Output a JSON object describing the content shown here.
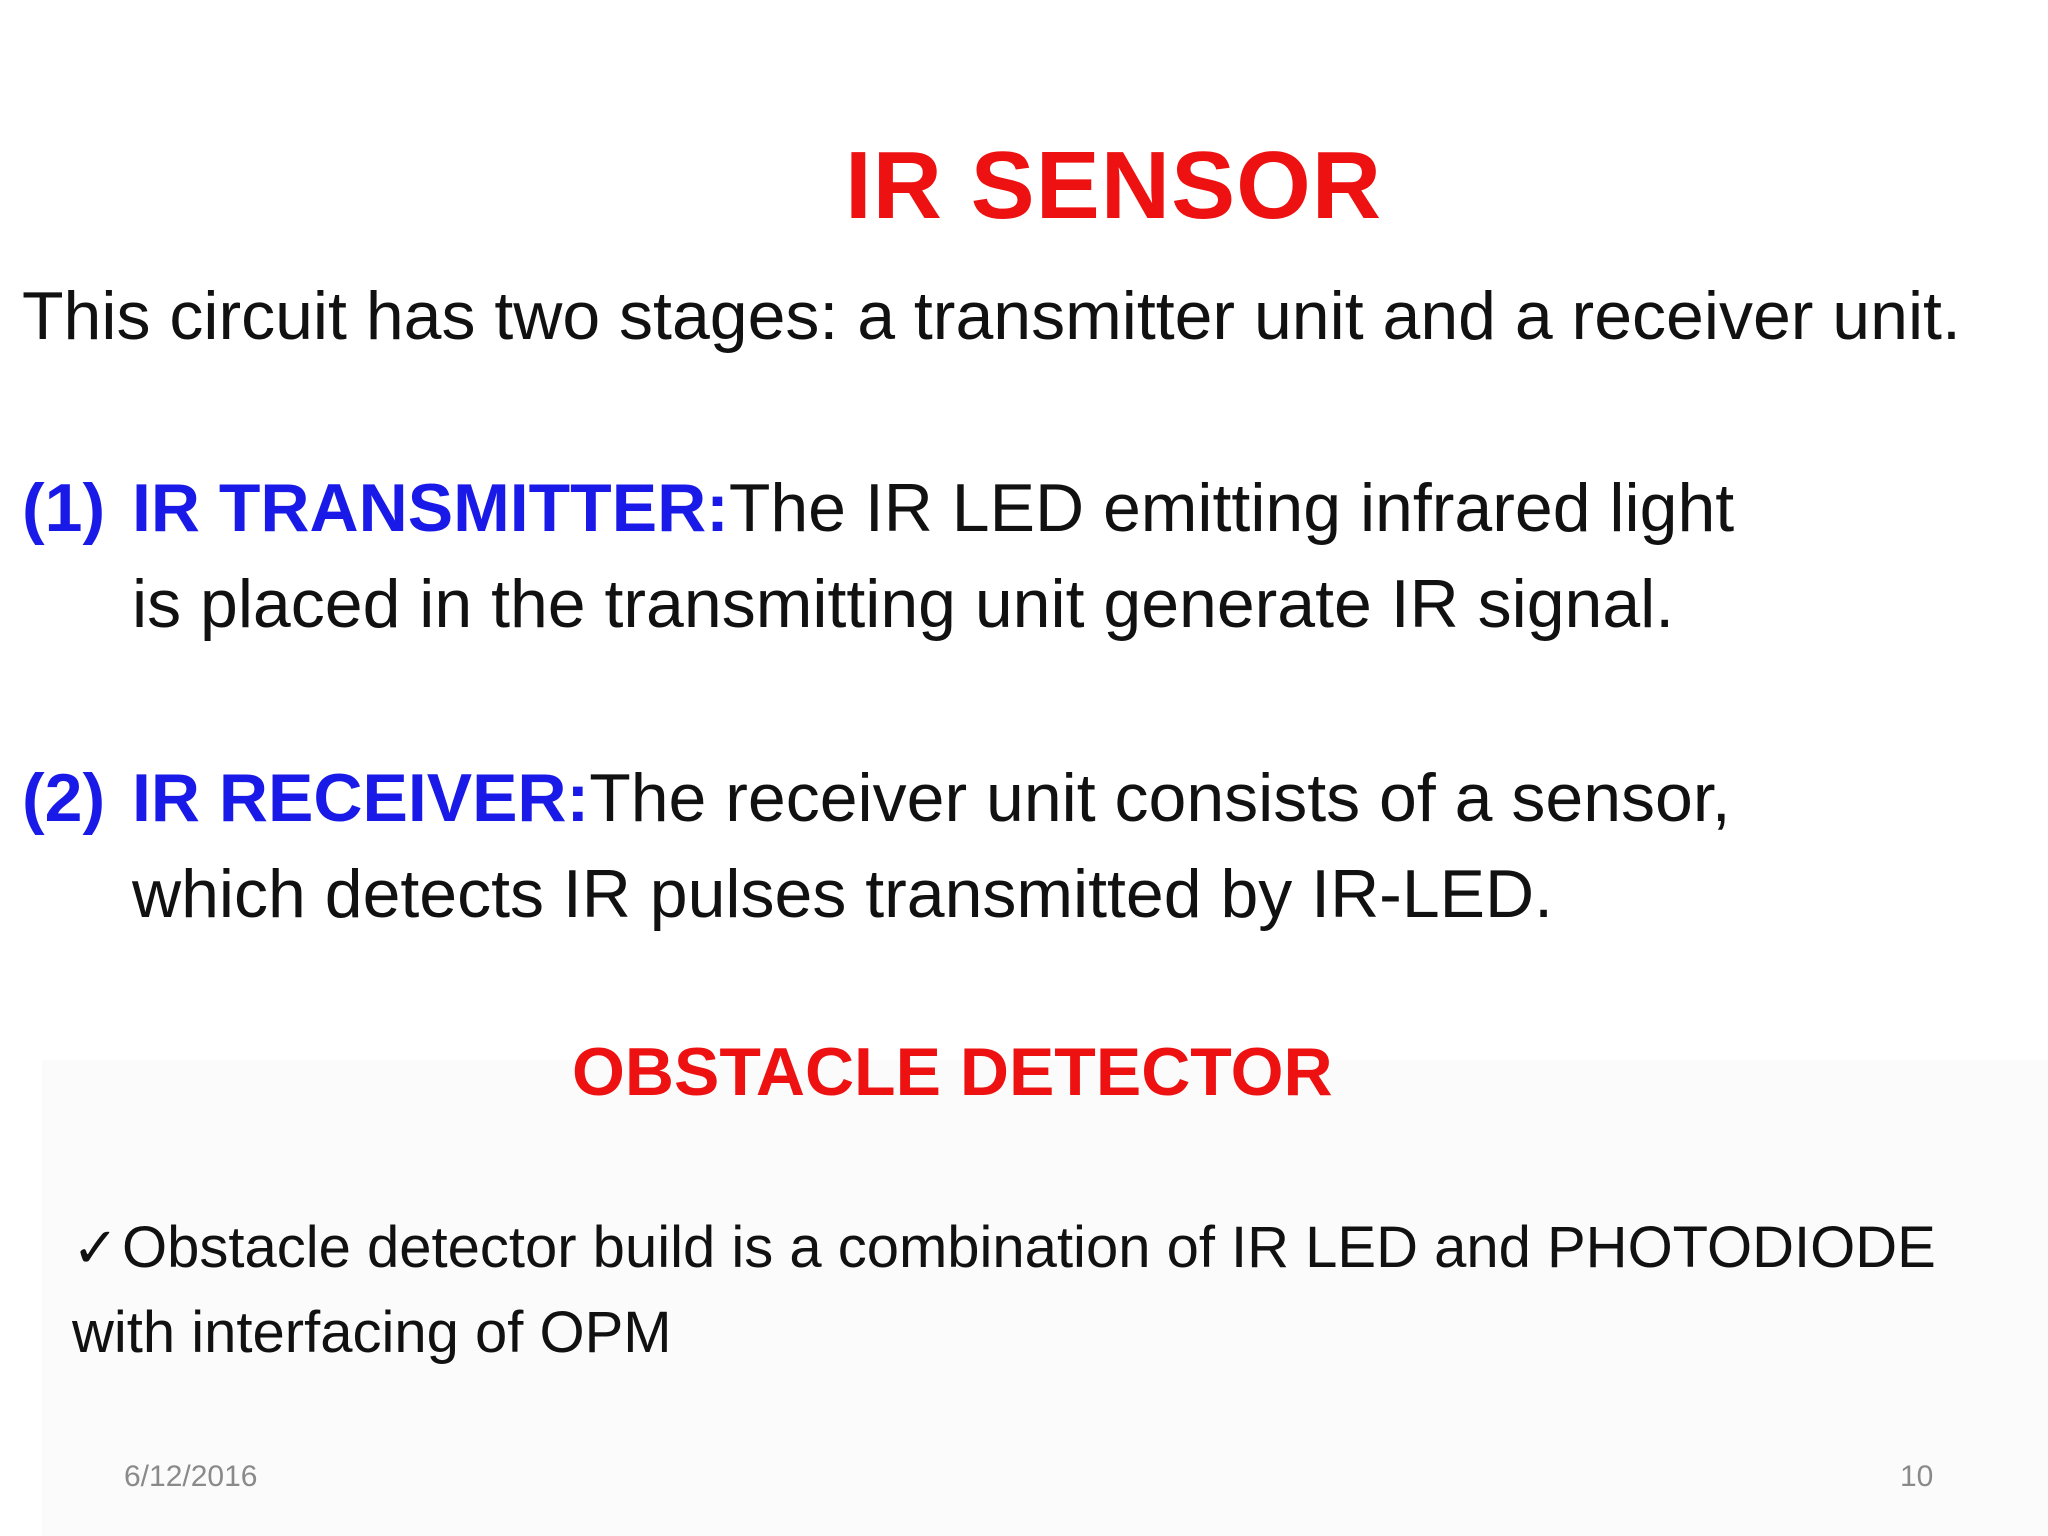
{
  "slide": {
    "title": "IR SENSOR",
    "intro": "This circuit has two stages: a transmitter unit and a receiver unit.",
    "items": [
      {
        "number": "(1)",
        "label": "IR TRANSMITTER:",
        "text": "The IR LED emitting infrared light is placed in the transmitting unit generate IR signal."
      },
      {
        "number": "(2)",
        "label": "IR RECEIVER:",
        "text": "The receiver unit consists of a sensor, which detects IR pulses transmitted by IR-LED."
      }
    ],
    "subtitle": "OBSTACLE DETECTOR",
    "bullet": {
      "icon": "check-icon",
      "symbol": "✓",
      "text": "Obstacle detector build is a combination of IR LED and PHOTODIODE with interfacing of OPM"
    },
    "footer": {
      "date": "6/12/2016",
      "page_number": "10"
    }
  },
  "colors": {
    "title_red": "#ee1111",
    "label_blue": "#1a1ae8",
    "body_text": "#111111",
    "footer_gray": "#8a8a8a"
  }
}
